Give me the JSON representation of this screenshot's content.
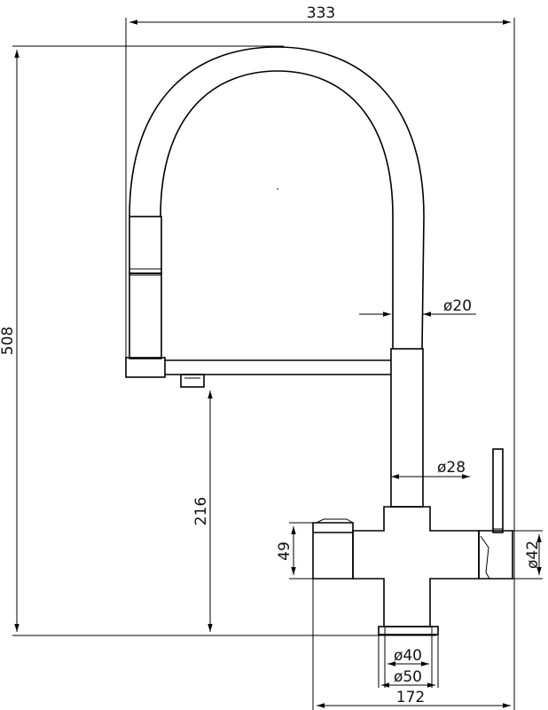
{
  "drawing": {
    "overall_width": "333",
    "overall_height": "508",
    "spout_reach_height": "216",
    "hose_diameter": "ø20",
    "pipe_diameter": "ø28",
    "side_inlet_height": "49",
    "lever_diameter": "ø42",
    "base_outer_width": "172",
    "base_inner_diameter": "ø40",
    "base_outer_diameter": "ø50"
  }
}
